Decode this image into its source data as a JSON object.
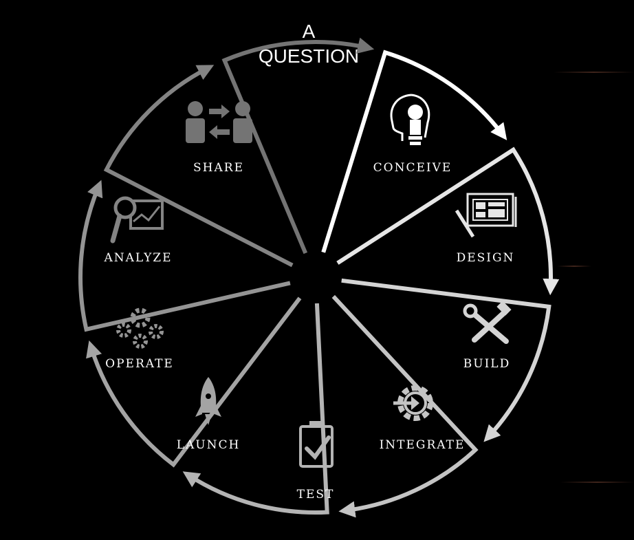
{
  "diagram": {
    "title_lines": [
      "A",
      "QUESTION"
    ],
    "stages": [
      {
        "id": "conceive",
        "label": "CONCEIVE",
        "icon": "lightbulb-head-icon",
        "color": "#ffffff"
      },
      {
        "id": "design",
        "label": "DESIGN",
        "icon": "blueprint-icon",
        "color": "#e6e6e6"
      },
      {
        "id": "build",
        "label": "BUILD",
        "icon": "tools-icon",
        "color": "#d4d4d4"
      },
      {
        "id": "integrate",
        "label": "INTEGRATE",
        "icon": "gear-arrow-icon",
        "color": "#c4c4c4"
      },
      {
        "id": "test",
        "label": "TEST",
        "icon": "clipboard-check-icon",
        "color": "#b4b4b4"
      },
      {
        "id": "launch",
        "label": "LAUNCH",
        "icon": "rocket-icon",
        "color": "#a4a4a4"
      },
      {
        "id": "operate",
        "label": "OPERATE",
        "icon": "gears-icon",
        "color": "#949494"
      },
      {
        "id": "analyze",
        "label": "ANALYZE",
        "icon": "magnifier-chart-icon",
        "color": "#848484"
      },
      {
        "id": "share",
        "label": "SHARE",
        "icon": "people-exchange-icon",
        "color": "#747474"
      }
    ]
  }
}
